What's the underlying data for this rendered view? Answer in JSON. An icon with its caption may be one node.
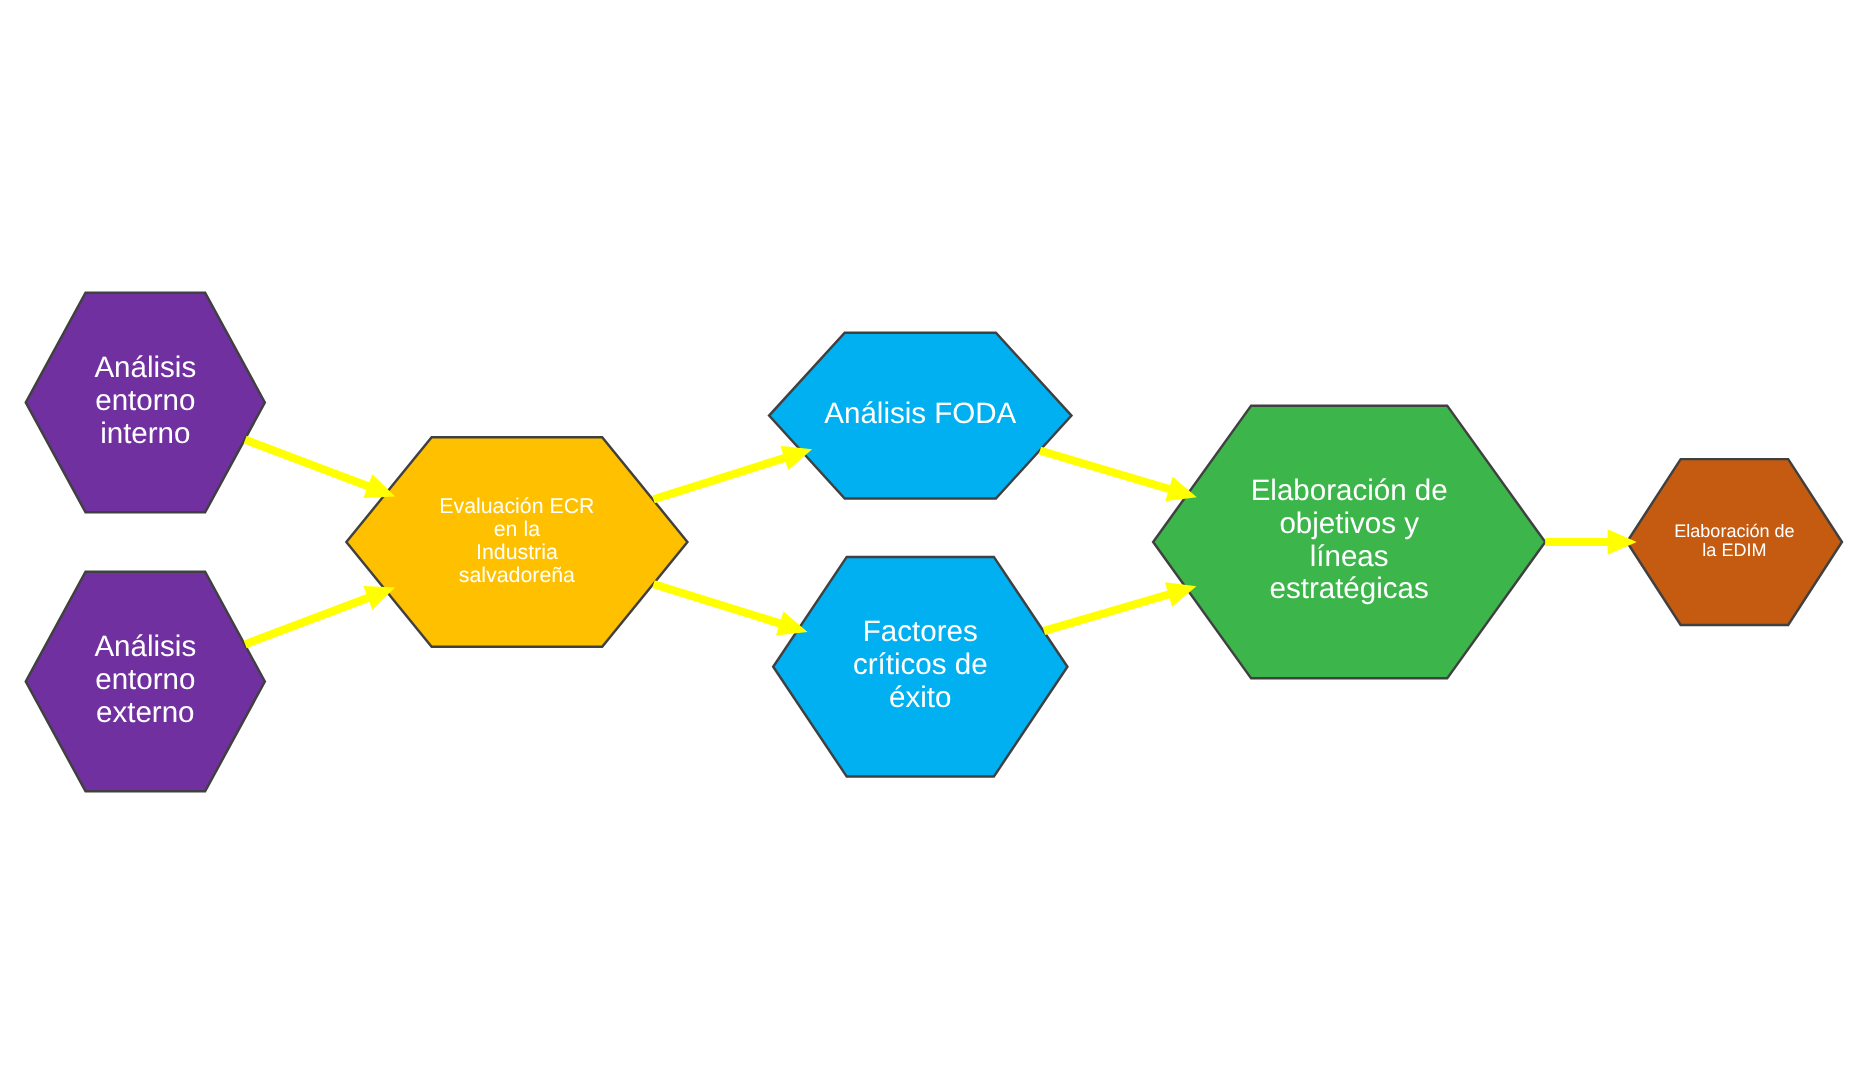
{
  "diagram": {
    "nodes": [
      {
        "text": [
          "Análisis entorno interno"
        ]
      },
      {
        "text": [
          "Análisis entorno externo"
        ]
      },
      {
        "text": [
          "Evaluación ECR en la Industria salvadoreña"
        ]
      },
      {
        "text": [
          "Análisis FODA"
        ]
      },
      {
        "text": [
          "Factores críticos de éxito"
        ]
      },
      {
        "text": [
          "Elaboración de objetivos y líneas estratégicas"
        ]
      },
      {
        "text": [
          "Elaboración de la EDIM"
        ]
      }
    ],
    "edges": [
      {
        "from": 0,
        "to": 2,
        "arrow": "to"
      },
      {
        "from": 1,
        "to": 2,
        "arrow": "to"
      },
      {
        "from": 2,
        "to": 3,
        "arrow": "to"
      },
      {
        "from": 2,
        "to": 4,
        "arrow": "to"
      },
      {
        "from": 3,
        "to": 5,
        "arrow": "to"
      },
      {
        "from": 4,
        "to": 5,
        "arrow": "to"
      },
      {
        "from": 5,
        "to": 6,
        "arrow": "to"
      }
    ]
  }
}
